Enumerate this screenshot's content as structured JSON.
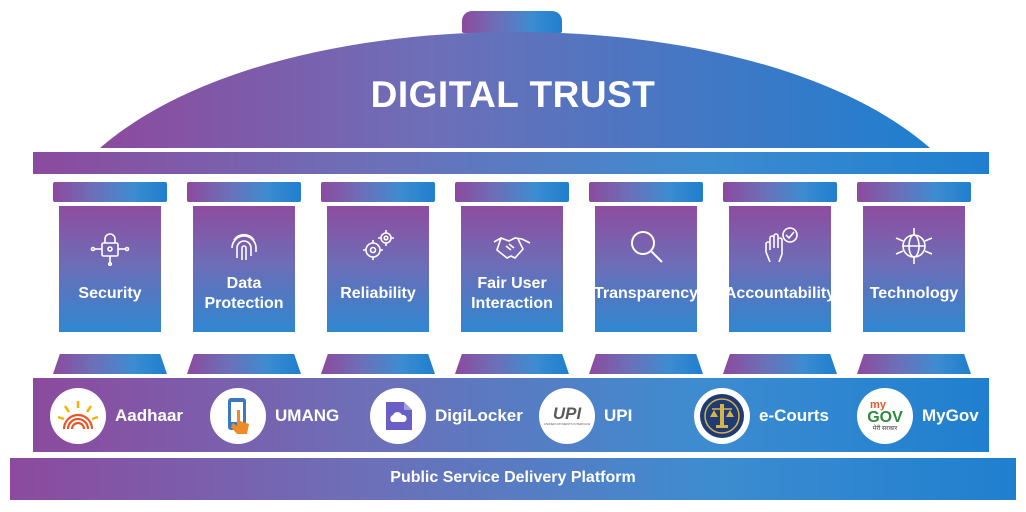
{
  "title": "DIGITAL TRUST",
  "pillars": [
    {
      "label": "Security",
      "icon": "lock-circuit-icon"
    },
    {
      "label": "Data\nProtection",
      "icon": "fingerprint-icon"
    },
    {
      "label": "Reliability",
      "icon": "gears-icon"
    },
    {
      "label": "Fair User\nInteraction",
      "icon": "handshake-icon"
    },
    {
      "label": "Transparency",
      "icon": "magnifier-icon"
    },
    {
      "label": "Accountability",
      "icon": "hand-check-icon"
    },
    {
      "label": "Technology",
      "icon": "globe-circuit-icon"
    }
  ],
  "services": [
    {
      "label": "Aadhaar",
      "icon": "aadhaar-logo"
    },
    {
      "label": "UMANG",
      "icon": "umang-logo"
    },
    {
      "label": "DigiLocker",
      "icon": "digilocker-logo"
    },
    {
      "label": "UPI",
      "icon": "upi-logo",
      "logo_text": "UPI",
      "logo_subtext": "UNIFIED PAYMENTS INTERFACE"
    },
    {
      "label": "e-Courts",
      "icon": "ecourts-emblem"
    },
    {
      "label": "MyGov",
      "icon": "mygov-logo",
      "logo_text_top": "my",
      "logo_text_main": "GOV",
      "logo_text_sub": "मेरी सरकार"
    }
  ],
  "base_label": "Public Service Delivery Platform",
  "colors": {
    "purple": "#8c4a9e",
    "blue": "#1f7fcf",
    "mid": "#6d6fb8"
  }
}
